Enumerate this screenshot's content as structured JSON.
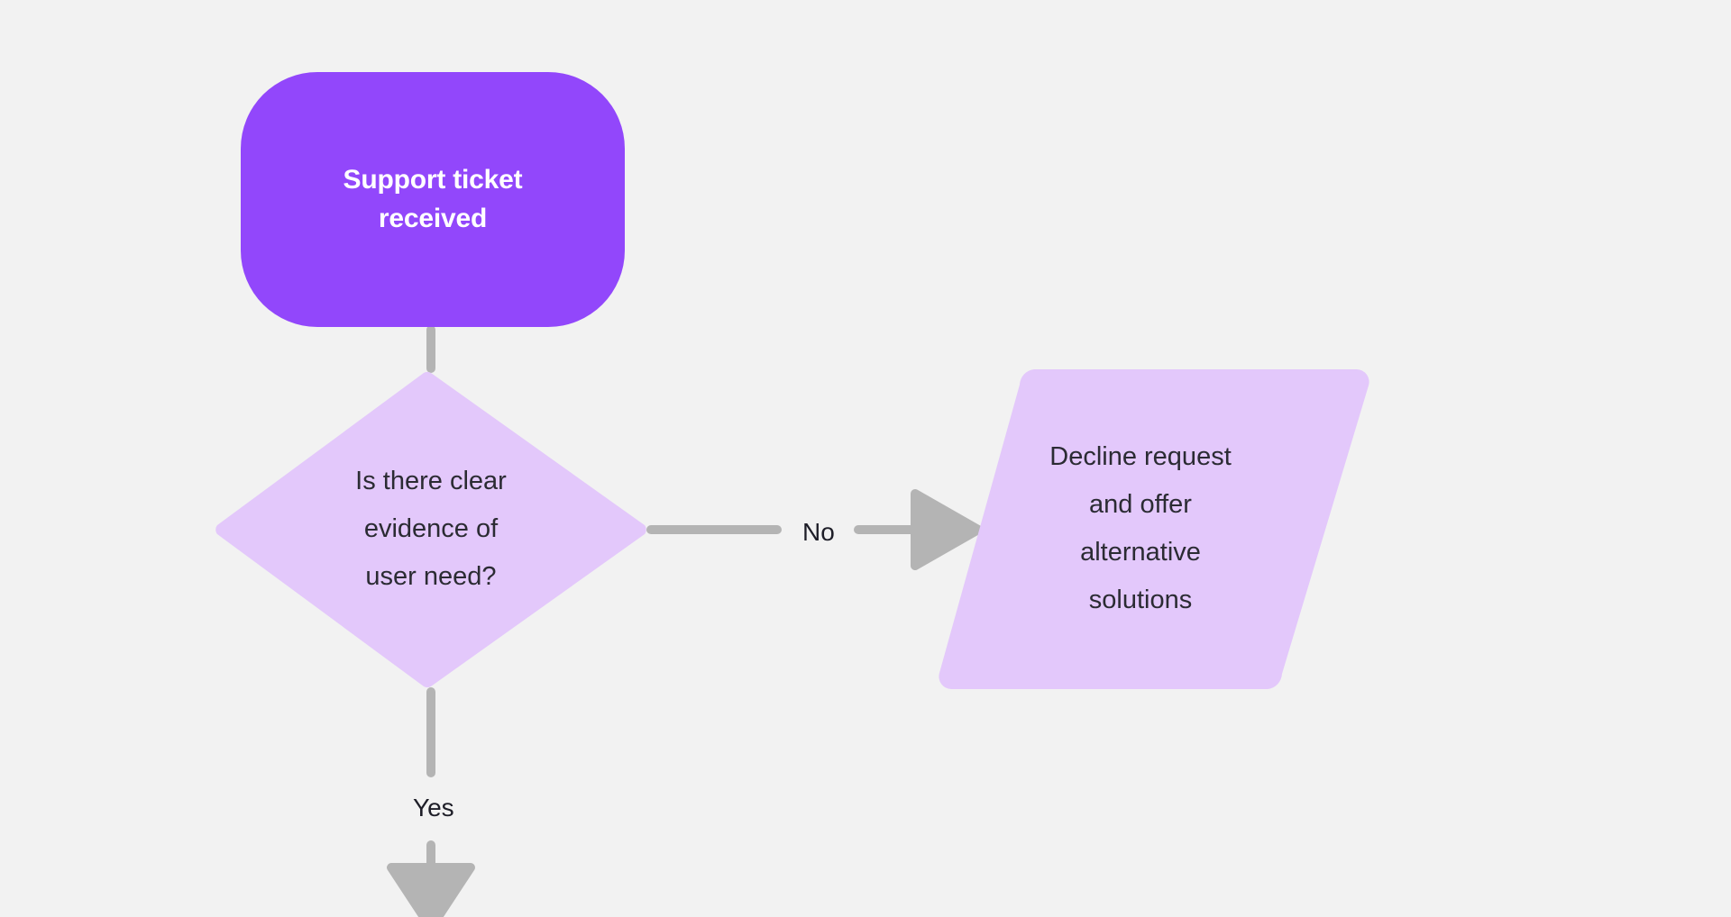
{
  "diagram": {
    "type": "flowchart",
    "background_color": "#F2F2F2",
    "connector_color": "#B4B4B4",
    "nodes": [
      {
        "id": "start",
        "shape": "rounded-rectangle",
        "label": "Support ticket\nreceived",
        "fill": "#9247FB",
        "text_color": "#FFFFFF",
        "bold": true
      },
      {
        "id": "decision",
        "shape": "diamond",
        "label": "Is there clear\nevidence of\nuser need?",
        "fill": "#E3C8FB",
        "text_color": "#2B2B33",
        "bold": false
      },
      {
        "id": "process",
        "shape": "parallelogram",
        "label": "Decline request\nand offer\nalternative\nsolutions",
        "fill": "#E3C8FB",
        "text_color": "#2B2B33",
        "bold": false
      }
    ],
    "edges": [
      {
        "id": "start-to-decision",
        "from": "start",
        "to": "decision",
        "label": "",
        "arrow": false
      },
      {
        "id": "decision-to-process",
        "from": "decision",
        "to": "process",
        "label": "No",
        "arrow": true
      },
      {
        "id": "decision-yes",
        "from": "decision",
        "to": "",
        "label": "Yes",
        "arrow": true
      }
    ]
  }
}
